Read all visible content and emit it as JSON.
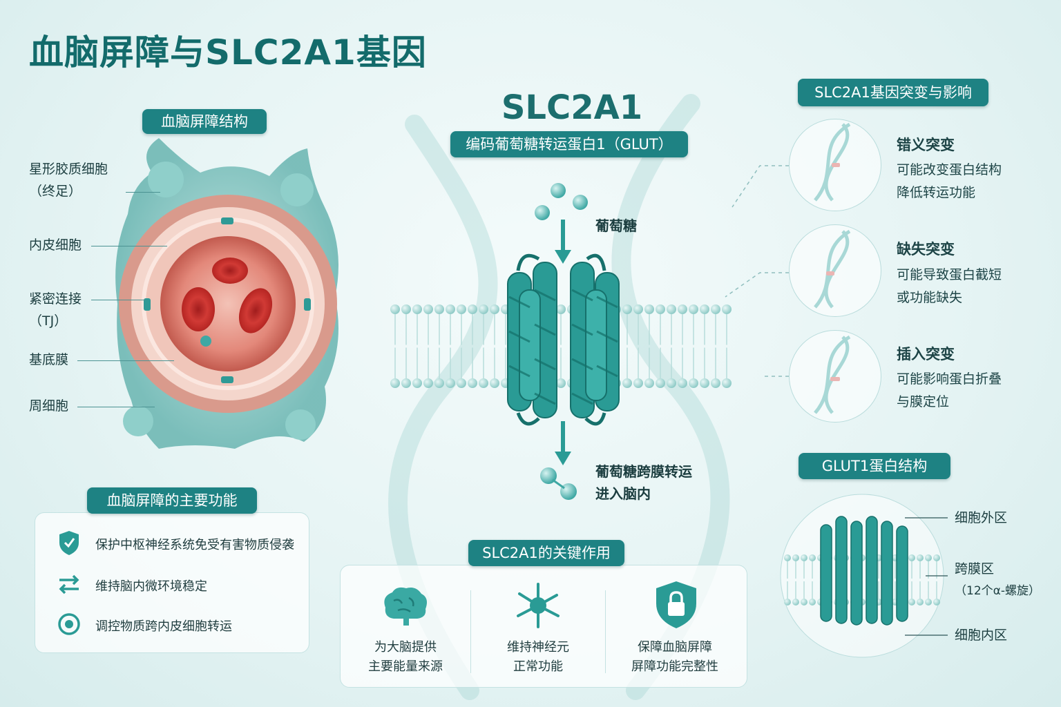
{
  "title": "血脑屏障与SLC2A1基因",
  "bbb_structure": {
    "heading": "血脑屏障结构",
    "labels": [
      "星形胶质细胞",
      "（终足）",
      "内皮细胞",
      "紧密连接",
      "（TJ）",
      "基底膜",
      "周细胞"
    ]
  },
  "bbb_functions": {
    "heading": "血脑屏障的主要功能",
    "items": [
      {
        "icon": "shield-icon",
        "text": "保护中枢神经系统免受有害物质侵袭"
      },
      {
        "icon": "exchange-arrows-icon",
        "text": "维持脑内微环境稳定"
      },
      {
        "icon": "cycle-target-icon",
        "text": "调控物质跨内皮细胞转运"
      }
    ]
  },
  "gene": {
    "name": "SLC2A1",
    "subtitle": "编码葡萄糖转运蛋白1（GLUT）",
    "glucose_label": "葡萄糖",
    "transport_label_1": "葡萄糖跨膜转运",
    "transport_label_2": "进入脑内"
  },
  "key_roles": {
    "heading": "SLC2A1的关键作用",
    "items": [
      {
        "icon": "brain-icon",
        "line1": "为大脑提供",
        "line2": "主要能量来源"
      },
      {
        "icon": "neuron-icon",
        "line1": "维持神经元",
        "line2": "正常功能"
      },
      {
        "icon": "lock-shield-icon",
        "line1": "保障血脑屏障",
        "line2": "屏障功能完整性"
      }
    ]
  },
  "mutations": {
    "heading": "SLC2A1基因突变与影响",
    "items": [
      {
        "title": "错义突变",
        "line1": "可能改变蛋白结构",
        "line2": "降低转运功能"
      },
      {
        "title": "缺失突变",
        "line1": "可能导致蛋白截短",
        "line2": "或功能缺失"
      },
      {
        "title": "插入突变",
        "line1": "可能影响蛋白折叠",
        "line2": "与膜定位"
      }
    ]
  },
  "glut1": {
    "heading": "GLUT1蛋白结构",
    "extracellular": "细胞外区",
    "transmembrane": "跨膜区",
    "helices": "（12个α-螺旋）",
    "intracellular": "细胞内区"
  },
  "colors": {
    "primary": "#1e8283",
    "accent_red": "#c9463f",
    "teal_light": "#9fd6d4"
  }
}
